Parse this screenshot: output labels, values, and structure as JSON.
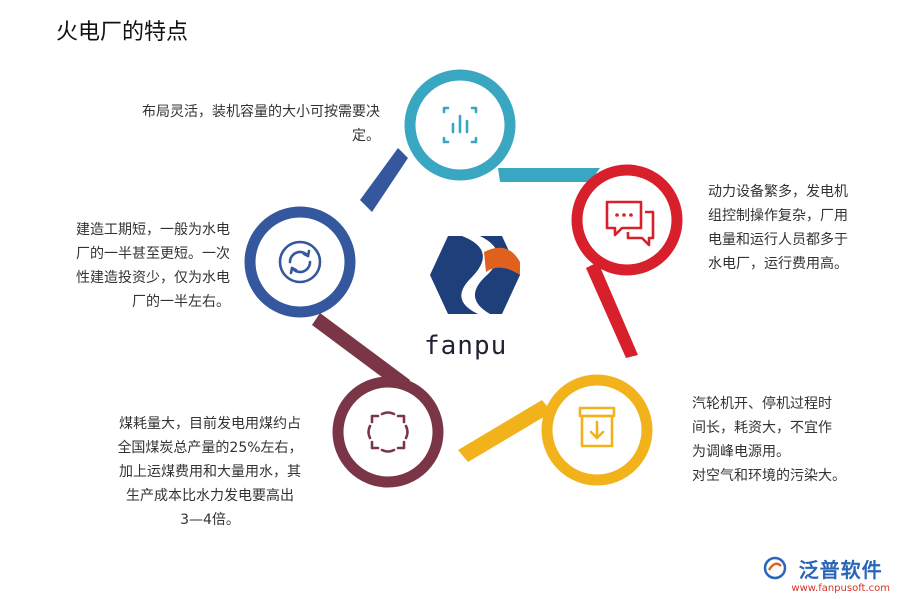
{
  "title": "火电厂的特点",
  "brand": "fanpu",
  "watermark": {
    "name": "泛普软件",
    "url": "www.fanpusoft.com"
  },
  "colors": {
    "teal": "#3aa7c2",
    "red": "#d8202c",
    "yellow": "#f2b21b",
    "maroon": "#7a3646",
    "navy": "#34579e",
    "logo_blue": "#1f3f7a",
    "logo_orange": "#e0601e"
  },
  "nodes": [
    {
      "id": "top",
      "color": "teal",
      "icon": "bar-chart-icon",
      "lines": [
        "布局灵活，装机容量的大小可按需要决",
        "定。"
      ]
    },
    {
      "id": "right",
      "color": "red",
      "icon": "chat-bubbles-icon",
      "lines": [
        "动力设备繁多，发电机",
        "组控制操作复杂，厂用",
        "电量和运行人员都多于",
        "水电厂，运行费用高。"
      ]
    },
    {
      "id": "bottom-right",
      "color": "yellow",
      "icon": "download-box-icon",
      "lines": [
        "汽轮机开、停机过程时",
        "间长，耗资大，不宜作",
        "为调峰电源用。",
        "对空气和环境的污染大。"
      ]
    },
    {
      "id": "bottom-left",
      "color": "maroon",
      "icon": "expand-arrows-icon",
      "lines": [
        "煤耗量大，目前发电用煤约占",
        "全国煤炭总产量的25%左右，",
        "加上运煤费用和大量用水，其",
        "生产成本比水力发电要高出",
        "3—4倍。"
      ]
    },
    {
      "id": "left",
      "color": "navy",
      "icon": "refresh-icon",
      "lines": [
        "建造工期短，一般为水电",
        "厂的一半甚至更短。一次",
        "性建造投资少，仅为水电",
        "厂的一半左右。"
      ]
    }
  ]
}
